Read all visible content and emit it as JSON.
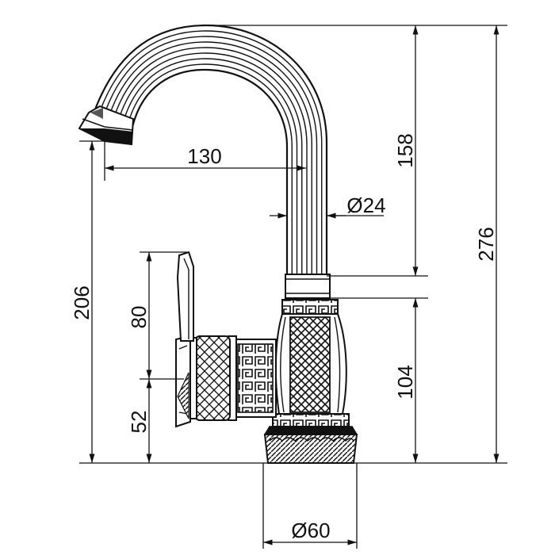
{
  "dimensions": {
    "spout_reach": "130",
    "spout_height": "158",
    "total_height": "276",
    "outlet_height": "206",
    "spout_diameter": "Ø24",
    "handle_height": "80",
    "handle_axis_height": "52",
    "body_height": "104",
    "base_diameter": "Ø60"
  },
  "colors": {
    "ink": "#111111",
    "paper": "#ffffff"
  }
}
